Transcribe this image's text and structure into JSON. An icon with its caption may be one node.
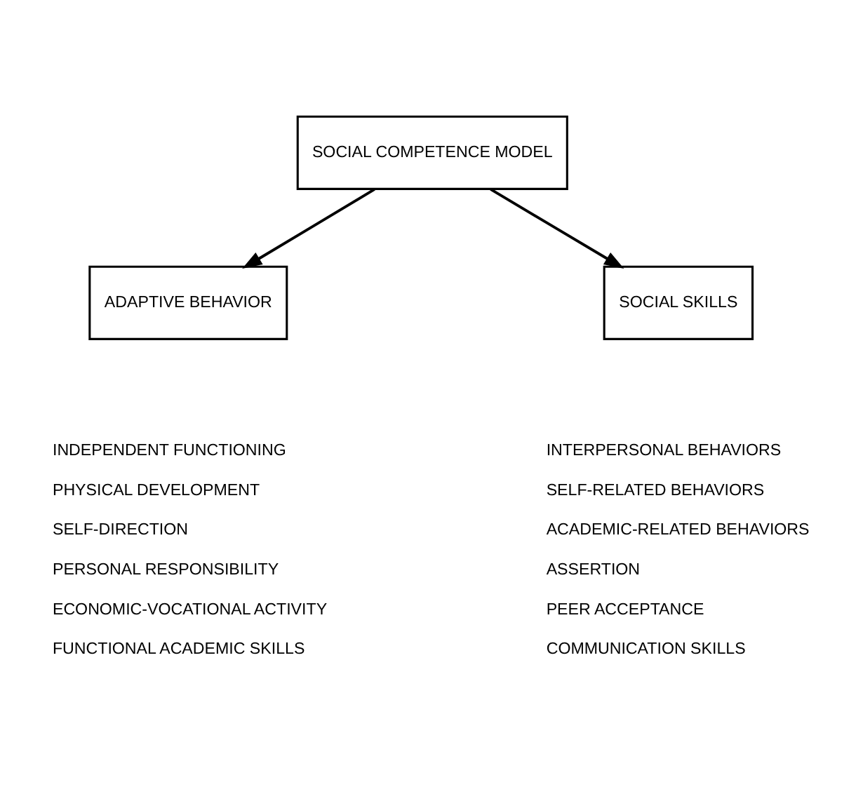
{
  "diagram": {
    "nodes": [
      {
        "text": [
          "SOCIAL COMPETENCE MODEL"
        ]
      },
      {
        "text": [
          "ADAPTIVE BEHAVIOR"
        ],
        "beside": [
          "INDEPENDENT FUNCTIONING",
          "PHYSICAL DEVELOPMENT",
          "SELF-DIRECTION",
          "PERSONAL RESPONSIBILITY",
          "ECONOMIC-VOCATIONAL ACTIVITY",
          "FUNCTIONAL ACADEMIC SKILLS"
        ]
      },
      {
        "text": [
          "SOCIAL SKILLS"
        ],
        "beside": [
          "INTERPERSONAL BEHAVIORS",
          "SELF-RELATED BEHAVIORS",
          "ACADEMIC-RELATED BEHAVIORS",
          "ASSERTION",
          "PEER ACCEPTANCE",
          "COMMUNICATION SKILLS"
        ]
      }
    ],
    "edges": [
      {
        "from": 0,
        "to": 1,
        "arrow": "to"
      },
      {
        "from": 0,
        "to": 2,
        "arrow": "to"
      }
    ]
  }
}
